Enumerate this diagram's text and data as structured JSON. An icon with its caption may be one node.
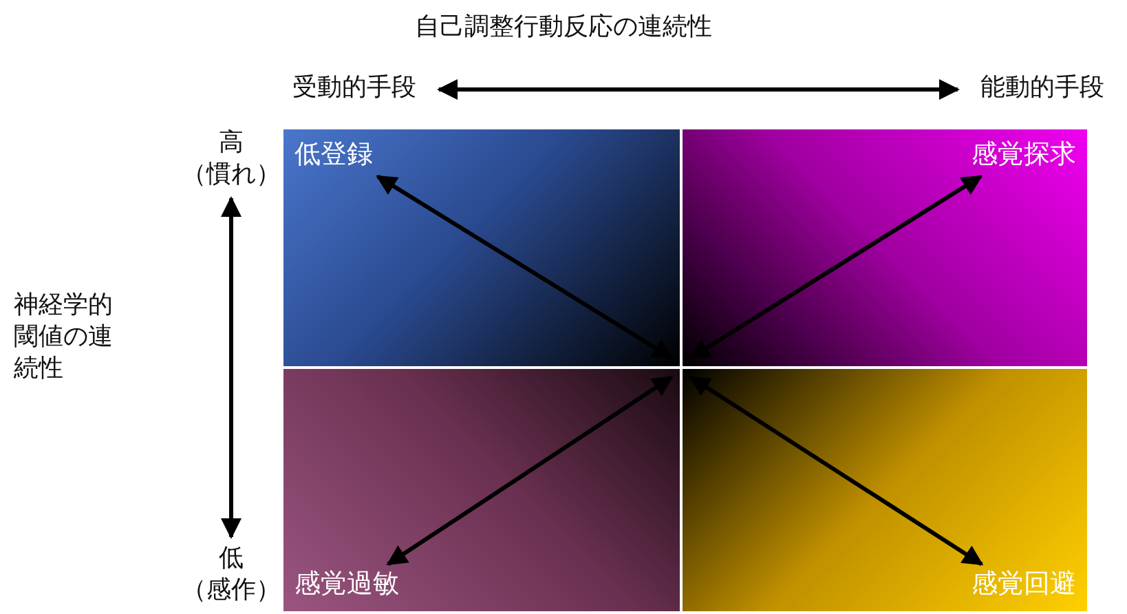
{
  "diagram": {
    "title": "自己調整行動反応の連続性",
    "nodes": [
      {
        "text": [
          "受動的手段"
        ]
      },
      {
        "text": [
          "能動的手段"
        ]
      },
      {
        "text": [
          "高（慣れ）"
        ]
      },
      {
        "text": [
          "低（感作）"
        ]
      },
      {
        "text": [],
        "shape": "box"
      },
      {
        "text": [
          "低登録"
        ],
        "in": 4
      },
      {
        "text": [],
        "shape": "box"
      },
      {
        "text": [
          "感覚探求"
        ],
        "in": 6
      },
      {
        "text": [],
        "shape": "box"
      },
      {
        "text": [
          "感覚過敏"
        ],
        "in": 8
      },
      {
        "text": [],
        "shape": "box"
      },
      {
        "text": [
          "感覚回避"
        ],
        "in": 10
      }
    ],
    "edges": [
      {
        "from": 0,
        "to": 1,
        "arrow": "both"
      },
      {
        "from": 2,
        "to": 3,
        "arrow": "both"
      },
      {
        "from": 4,
        "to": 5,
        "arrow": "both"
      },
      {
        "from": 6,
        "to": 7,
        "arrow": "both"
      },
      {
        "from": 8,
        "to": 9,
        "arrow": "both"
      },
      {
        "from": 10,
        "to": 11,
        "arrow": "both"
      }
    ],
    "labels": [
      "神経学的閾値の連続性"
    ]
  }
}
